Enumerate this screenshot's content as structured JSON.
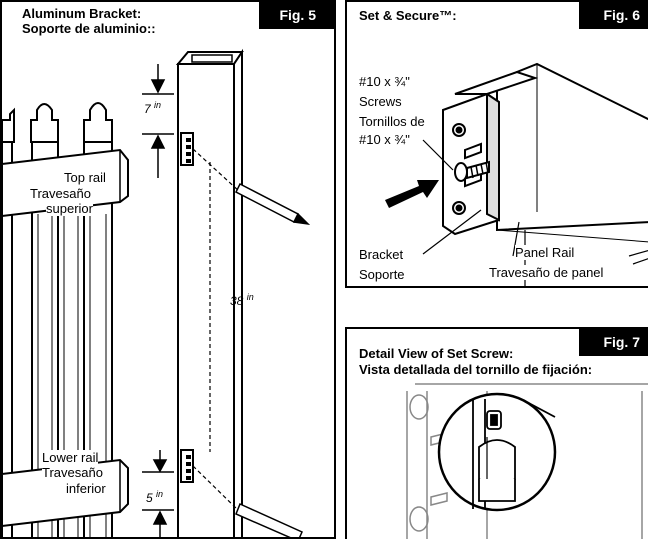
{
  "fig5": {
    "tag": "Fig. 5",
    "title_en": "Aluminum Bracket:",
    "title_es": "Soporte de aluminio::",
    "top_rail_en": "Top rail",
    "top_rail_es_1": "Travesaño",
    "top_rail_es_2": "superior",
    "lower_rail_en": "Lower rail",
    "lower_rail_es_1": "Travesaño",
    "lower_rail_es_2": "inferior",
    "dim_top": "7",
    "dim_top_unit": "in",
    "dim_mid": "38",
    "dim_mid_unit": "in",
    "dim_bottom": "5",
    "dim_bottom_unit": "in"
  },
  "fig6": {
    "tag": "Fig. 6",
    "title": "Set & Secure™:",
    "screws_1": "#10 x ¾\"",
    "screws_2": "Screws",
    "screws_3": "Tornillos de",
    "screws_4": "#10 x ¾\"",
    "bracket_en": "Bracket",
    "bracket_es": "Soporte",
    "panel_rail_en": "Panel Rail",
    "panel_rail_es": "Travesaño de panel"
  },
  "fig7": {
    "tag": "Fig. 7",
    "title_en": "Detail View of Set Screw:",
    "title_es": "Vista detallada del tornillo de fijación:"
  }
}
